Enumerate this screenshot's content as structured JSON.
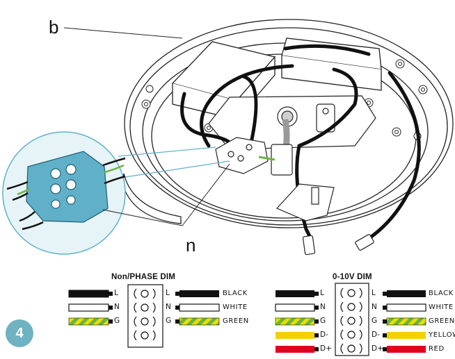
{
  "callouts": {
    "b": "b",
    "n": "n"
  },
  "step_number": "4",
  "diagrams": [
    {
      "title": "Non/PHASE DIM",
      "left_terminals": [
        "L",
        "N",
        "G"
      ],
      "right_terminals": [
        "L",
        "N",
        "G"
      ],
      "wire_names": [
        "BLACK",
        "WHITE",
        "GREEN"
      ]
    },
    {
      "title": "0-10V DIM",
      "left_terminals": [
        "L",
        "N",
        "G",
        "D-",
        "D+"
      ],
      "right_terminals": [
        "L",
        "N",
        "G",
        "D-",
        "D+"
      ],
      "wire_names": [
        "BLACK",
        "WHITE",
        "GREEN",
        "YELLOW",
        "RED"
      ]
    }
  ],
  "colors": {
    "black_wire": "#111111",
    "white_wire": "#ffffff",
    "green_wire": "#6cb33f",
    "yellow_stripe": "#e8e000",
    "yellow_wire": "#f5d000",
    "red_wire": "#e3001b",
    "connector_blue": "#5fb0c8",
    "magnifier_fill": "#e6f3f7",
    "badge": "#6fb2c1"
  }
}
